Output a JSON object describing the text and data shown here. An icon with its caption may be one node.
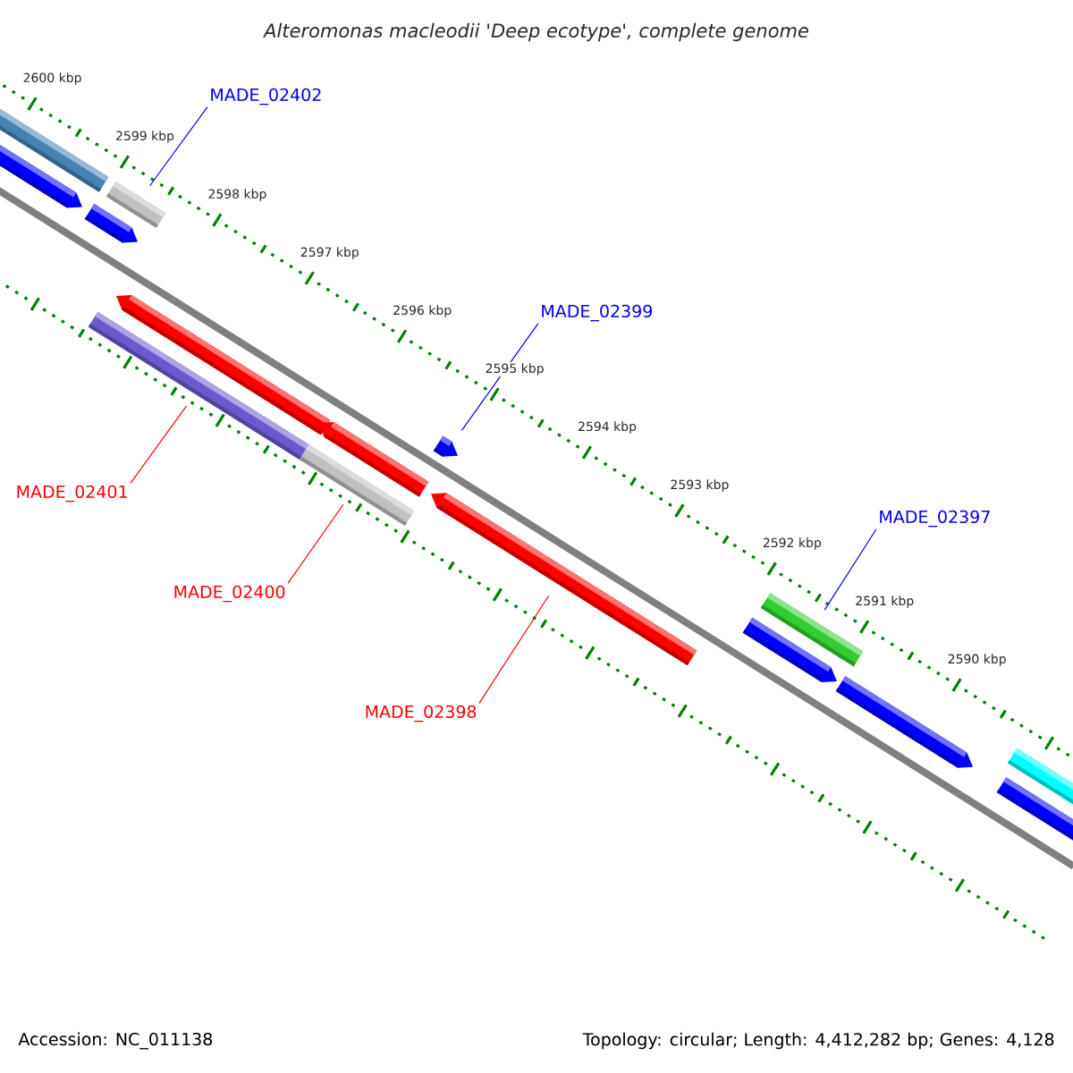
{
  "diagram": {
    "title": "Alteromonas macleodii 'Deep ecotype', complete genome",
    "nodes": [
      {
        "text": [
          "MADE_02402"
        ]
      },
      {
        "text": [],
        "shape": "bar"
      },
      {
        "text": [
          "MADE_02399"
        ]
      },
      {
        "text": [],
        "shape": "bar"
      },
      {
        "text": [
          "MADE_02397"
        ]
      },
      {
        "text": [],
        "shape": "bar"
      },
      {
        "text": [
          "MADE_02401"
        ]
      },
      {
        "text": [],
        "shape": "bar"
      },
      {
        "text": [
          "MADE_02400"
        ]
      },
      {
        "text": [],
        "shape": "bar"
      },
      {
        "text": [
          "MADE_02398"
        ]
      },
      {
        "text": [],
        "shape": "bar"
      }
    ],
    "edges": [
      {
        "from": 0,
        "to": 1,
        "arrow": "none",
        "color": "#0000ff"
      },
      {
        "from": 2,
        "to": 3,
        "arrow": "none",
        "color": "#0000ff"
      },
      {
        "from": 4,
        "to": 5,
        "arrow": "none",
        "color": "#0000ff"
      },
      {
        "from": 6,
        "to": 7,
        "arrow": "none",
        "color": "#ff0000"
      },
      {
        "from": 8,
        "to": 9,
        "arrow": "none",
        "color": "#ff0000"
      },
      {
        "from": 10,
        "to": 11,
        "arrow": "none",
        "color": "#ff0000"
      }
    ],
    "labels": [
      "2600 kbp",
      "2599 kbp",
      "2598 kbp",
      "2597 kbp",
      "2596 kbp",
      "2595 kbp",
      "2594 kbp",
      "2593 kbp",
      "2592 kbp",
      "2591 kbp",
      "2590 kbp",
      "Accession: NC_011138",
      "Topology: circular; Length: 4,412,282 bp; Genes: 4,128"
    ]
  }
}
